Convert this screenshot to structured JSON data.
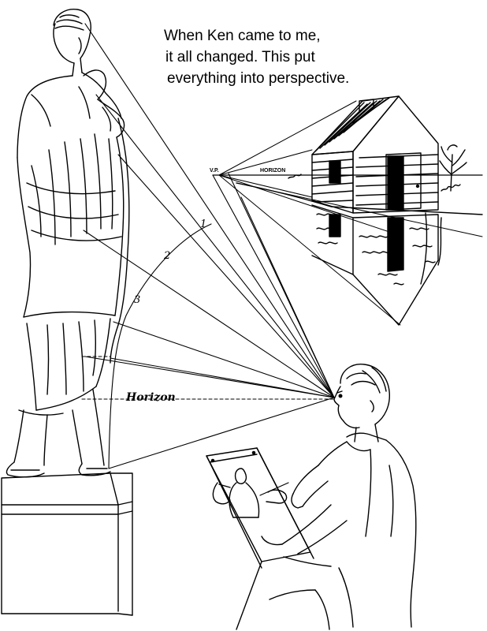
{
  "caption": {
    "lines": [
      "When Ken came to me,",
      "it all changed. This put",
      "everything into perspective."
    ]
  },
  "labels": {
    "horizon_main": "Horizon",
    "horizon_house": "HORIZON",
    "vanishing_point": "V.P.",
    "ray_1": "1",
    "ray_2": "2",
    "ray_3": "3"
  },
  "colors": {
    "ink": "#000000",
    "paper": "#ffffff"
  }
}
